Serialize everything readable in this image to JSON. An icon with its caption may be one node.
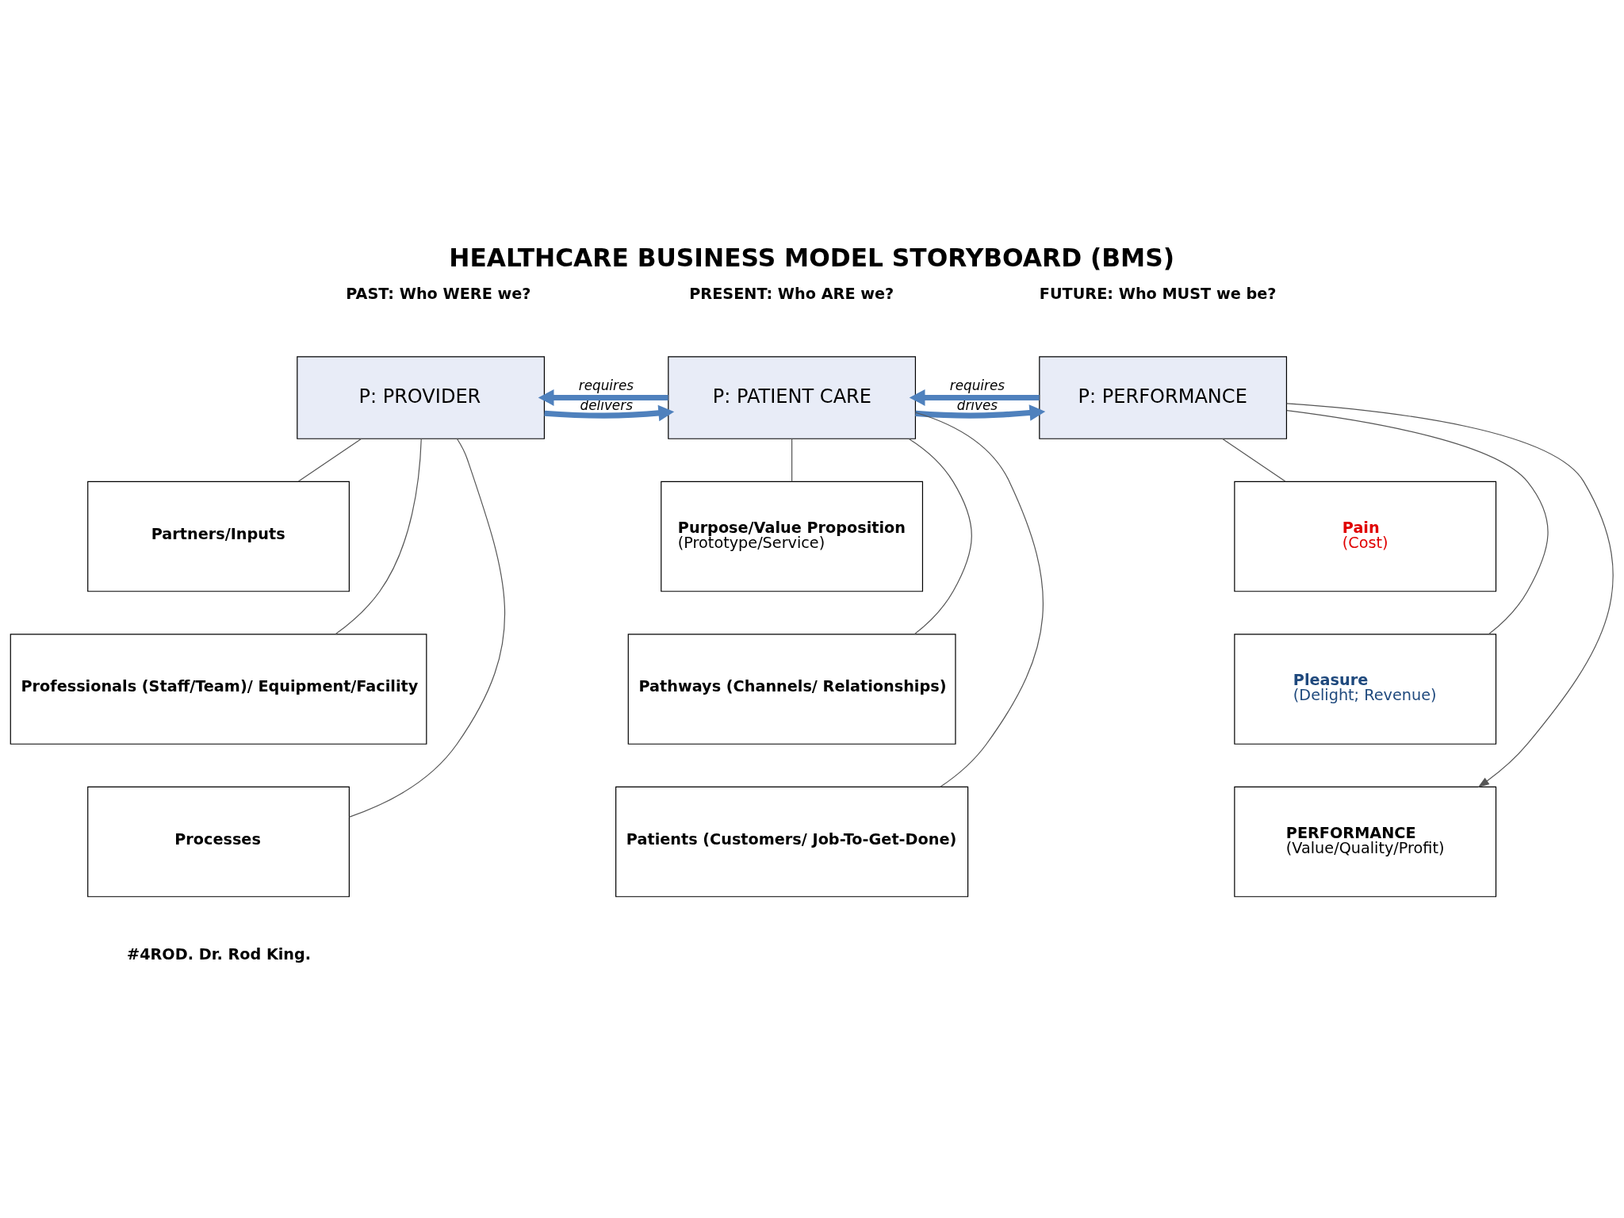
{
  "diagram": {
    "title": "HEALTHCARE BUSINESS MODEL STORYBOARD (BMS)",
    "nodes": [
      {
        "text": [
          "P: PROVIDER"
        ]
      },
      {
        "text": [
          "P: PATIENT CARE"
        ]
      },
      {
        "text": [
          "P: PERFORMANCE"
        ]
      },
      {
        "text": [
          "Partners/Inputs"
        ]
      },
      {
        "text": [
          "Purpose/Value Proposition",
          "(Prototype/Service)"
        ]
      },
      {
        "text": [
          "Pain",
          "(Cost)"
        ]
      },
      {
        "text": [
          "Professionals (Staff/Team)/ Equipment/Facility"
        ]
      },
      {
        "text": [
          "Pathways (Channels/ Relationships)"
        ]
      },
      {
        "text": [
          "Pleasure",
          "(Delight; Revenue)"
        ]
      },
      {
        "text": [
          "Processes"
        ]
      },
      {
        "text": [
          "Patients (Customers/ Job-To-Get-Done)"
        ]
      },
      {
        "text": [
          "PERFORMANCE",
          "(Value/Quality/Profit)"
        ]
      }
    ],
    "edges": [
      {
        "from": 0,
        "to": 1,
        "arrow": "to",
        "label": "delivers",
        "color": "#4f81bd",
        "style": "thick"
      },
      {
        "from": 1,
        "to": 0,
        "arrow": "to",
        "label": "requires",
        "color": "#4f81bd",
        "style": "thick"
      },
      {
        "from": 1,
        "to": 2,
        "arrow": "to",
        "label": "drives",
        "color": "#4f81bd",
        "style": "thick"
      },
      {
        "from": 2,
        "to": 1,
        "arrow": "to",
        "label": "requires",
        "color": "#4f81bd",
        "style": "thick"
      },
      {
        "from": 0,
        "to": 3,
        "arrow": "none"
      },
      {
        "from": 0,
        "to": 6,
        "arrow": "none"
      },
      {
        "from": 0,
        "to": 9,
        "arrow": "none"
      },
      {
        "from": 1,
        "to": 4,
        "arrow": "none"
      },
      {
        "from": 1,
        "to": 7,
        "arrow": "none"
      },
      {
        "from": 1,
        "to": 10,
        "arrow": "none"
      },
      {
        "from": 2,
        "to": 5,
        "arrow": "none"
      },
      {
        "from": 2,
        "to": 8,
        "arrow": "none"
      },
      {
        "from": 2,
        "to": 11,
        "arrow": "to"
      }
    ],
    "labels": [
      "PAST: Who WERE we?",
      "PRESENT: Who ARE we?",
      "FUTURE: Who MUST we be?",
      "#4ROD. Dr. Rod King."
    ]
  }
}
